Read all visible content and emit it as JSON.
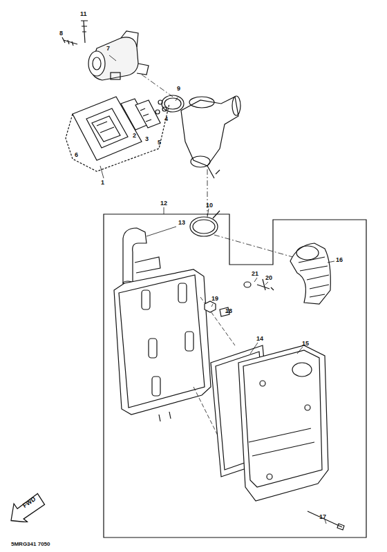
{
  "diagram": {
    "nodes": [
      {
        "text": [
          "FWD"
        ]
      }
    ],
    "labels": [
      "11",
      "8",
      "7",
      "9",
      "2",
      "3",
      "5",
      "4",
      "6",
      "1",
      "12",
      "10",
      "13",
      "16",
      "21",
      "20",
      "19",
      "18",
      "14",
      "15",
      "17",
      "5MRG341 7050"
    ]
  }
}
